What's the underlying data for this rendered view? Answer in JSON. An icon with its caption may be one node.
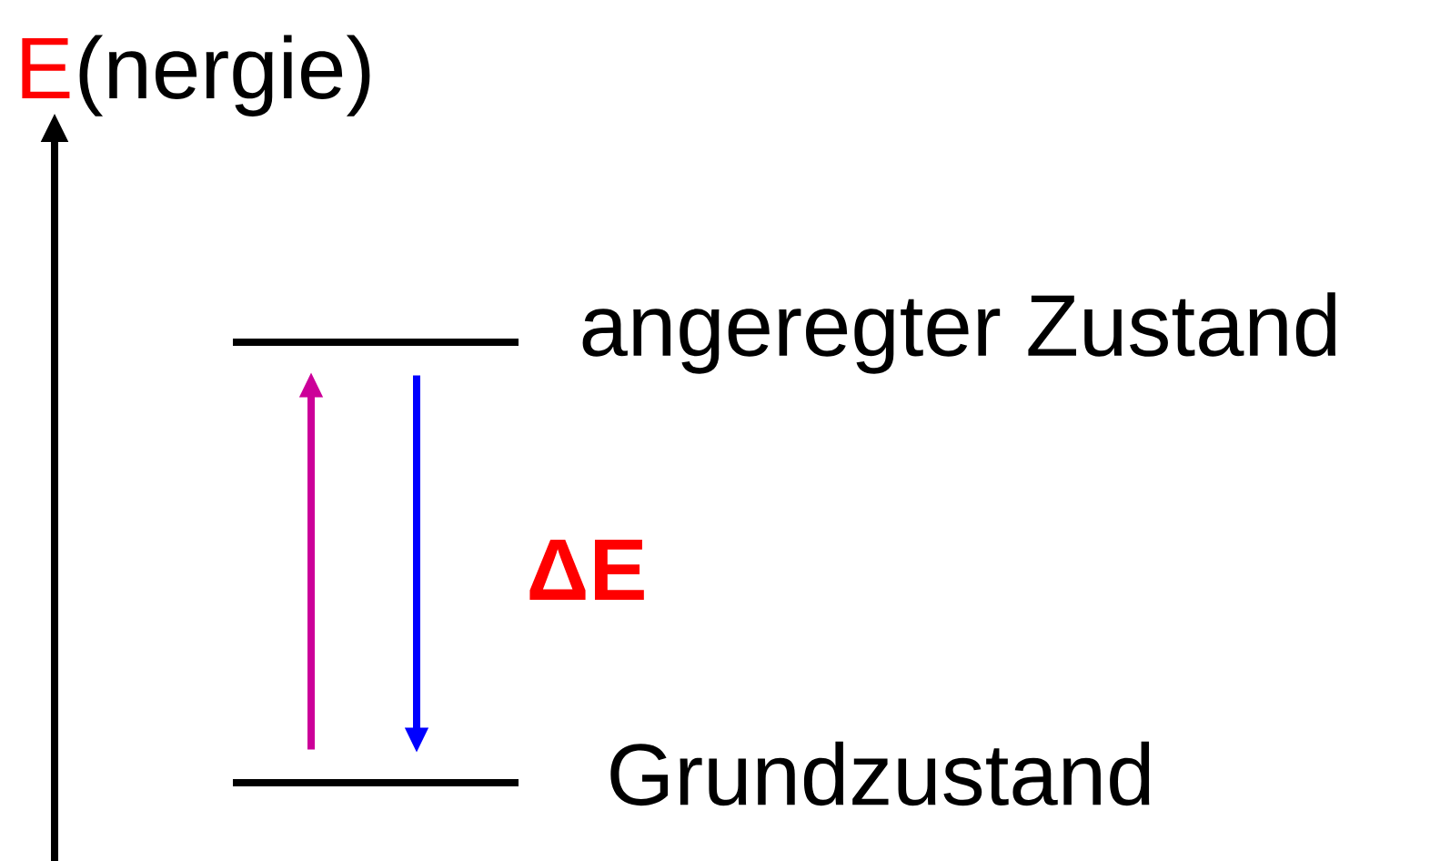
{
  "diagram": {
    "nodes": [
      {
        "text": [],
        "shape": "bar",
        "beside": [
          "angeregter Zustand"
        ]
      },
      {
        "text": [],
        "shape": "bar",
        "beside": [
          "Grundzustand"
        ]
      }
    ],
    "edges": [
      {
        "from": 1,
        "to": 0,
        "arrow": "to",
        "color": "#cc0099"
      },
      {
        "from": 0,
        "to": 1,
        "arrow": "to",
        "color": "#0000ff"
      }
    ],
    "labels": [
      "E",
      "(nergie)",
      "ΔE"
    ]
  }
}
